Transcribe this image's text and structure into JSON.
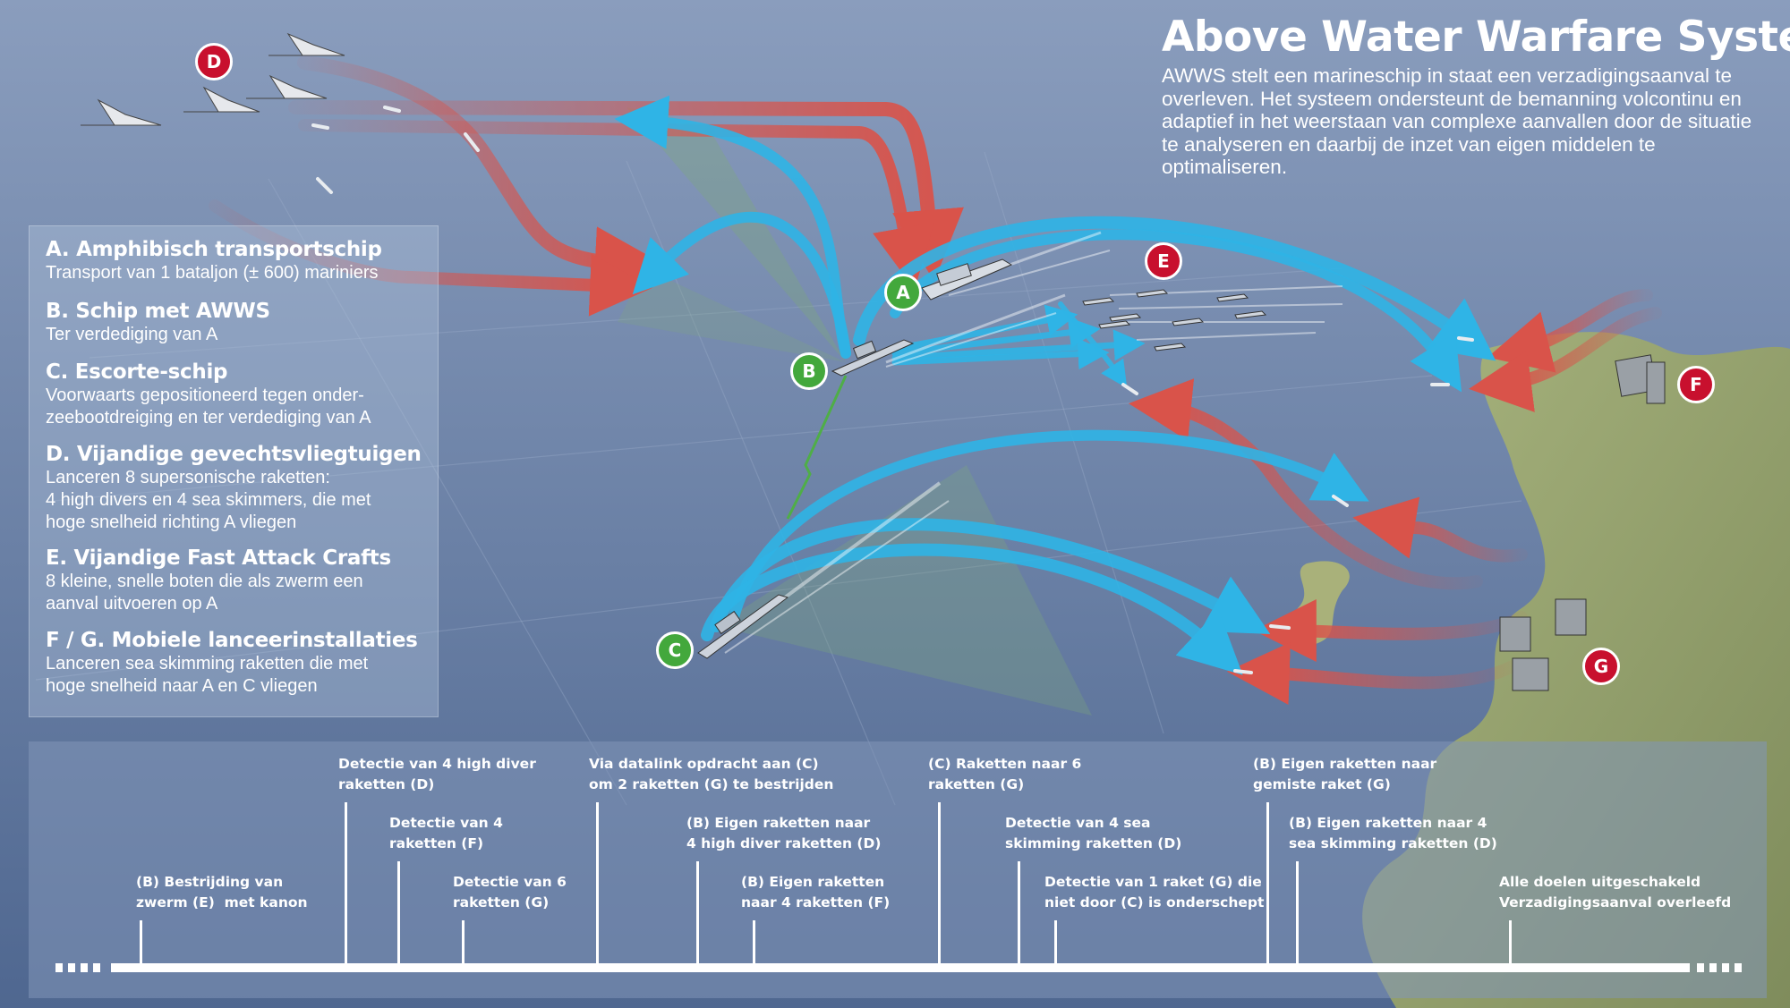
{
  "header": {
    "title": "Above Water Warfare System",
    "intro": "AWWS stelt een marineschip in staat een verzadigingsaanval te overleven. Het systeem ondersteunt de bemanning volcontinu en adaptief in het weerstaan van complexe aan­vallen door de situatie te analyseren en daarbij de inzet van eigen middelen te optimaliseren."
  },
  "legend": [
    {
      "title": "A.  Amphibisch transportschip",
      "desc": "Transport van 1 bataljon (± 600) mariniers"
    },
    {
      "title": "B.  Schip met AWWS",
      "desc": "Ter verdediging van A"
    },
    {
      "title": "C.  Escorte-schip",
      "desc": "Voorwaarts gepositioneerd tegen onder-\nzeebootdreiging en ter verdediging van A"
    },
    {
      "title": "D.  Vijandige gevechtsvliegtuigen",
      "desc": "Lanceren 8 supersonische raketten:\n4 high divers en 4 sea skimmers, die met\nhoge snelheid richting A vliegen"
    },
    {
      "title": "E.  Vijandige Fast Attack Crafts",
      "desc": "8 kleine, snelle boten die als zwerm een\naanval uitvoeren op A"
    },
    {
      "title": "F / G.  Mobiele lanceerinstallaties",
      "desc": "Lanceren sea skimming raketten die met\nhoge snelheid naar A en C vliegen"
    }
  ],
  "markers": {
    "A": "A",
    "B": "B",
    "C": "C",
    "D": "D",
    "E": "E",
    "F": "F",
    "G": "G",
    "colors": {
      "enemy": "#c8102e",
      "friendly": "#43a83c",
      "enemy_track": "#d9534a",
      "own_track": "#2fb4e6"
    }
  },
  "timeline": {
    "events": [
      {
        "label": "(B) Bestrijding van\nzwerm (E)  met kanon"
      },
      {
        "label": "Detectie van 4 high diver\nraketten (D)"
      },
      {
        "label": "Detectie van 4\nraketten (F)"
      },
      {
        "label": "Detectie van 6\nraketten (G)"
      },
      {
        "label": "Via datalink opdracht aan (C)\nom 2 raketten (G) te bestrijden"
      },
      {
        "label": "(B) Eigen raketten naar\n4 high diver raketten (D)"
      },
      {
        "label": "(B) Eigen raketten\nnaar 4 raketten (F)"
      },
      {
        "label": "(C) Raketten naar 6\nraketten (G)"
      },
      {
        "label": "Detectie van 4 sea\nskimming raketten (D)"
      },
      {
        "label": "Detectie van 1 raket (G) die\nniet door (C) is onderschept"
      },
      {
        "label": "(B) Eigen raketten naar\ngemiste raket (G)"
      },
      {
        "label": "(B) Eigen raketten naar 4\nsea skimming raketten (D)"
      },
      {
        "label": "Alle doelen uitgeschakeld\nVerzadigingsaanval overleefd"
      }
    ]
  }
}
